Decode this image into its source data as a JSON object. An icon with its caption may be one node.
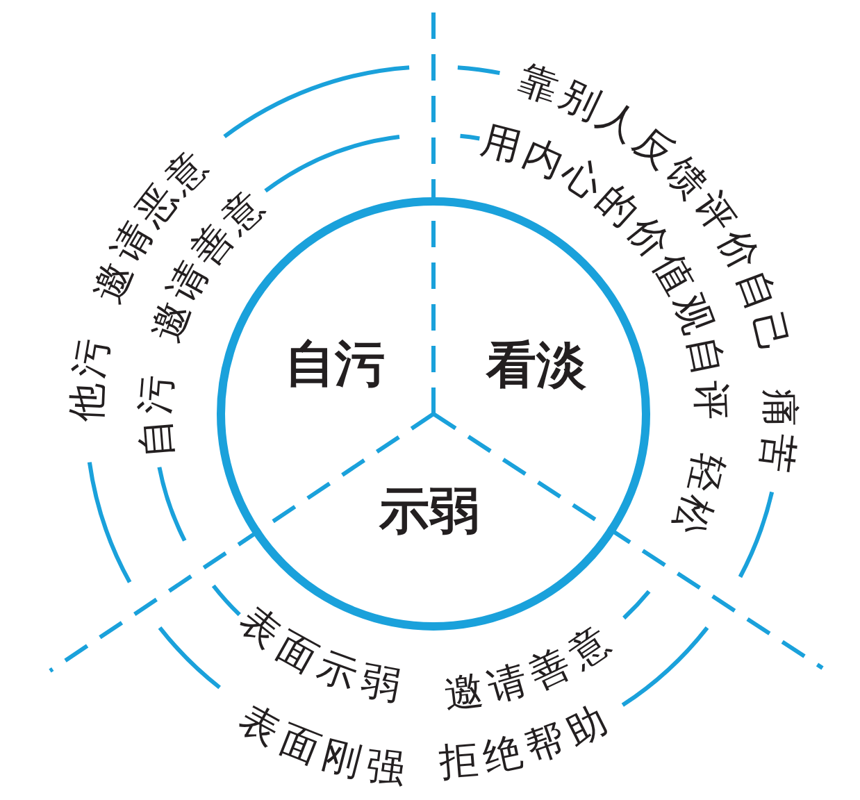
{
  "diagram": {
    "nodes": [
      {
        "text": [
          "自污",
          "看淡",
          "示弱"
        ]
      }
    ],
    "labels": [
      "他污",
      "邀请恶意",
      "自污",
      "邀请善意",
      "靠别人反馈评价自己",
      "痛苦",
      "用内心的价值观自评",
      "轻松",
      "表面示弱",
      "邀请善意",
      "表面刚强",
      "拒绝帮助"
    ]
  }
}
